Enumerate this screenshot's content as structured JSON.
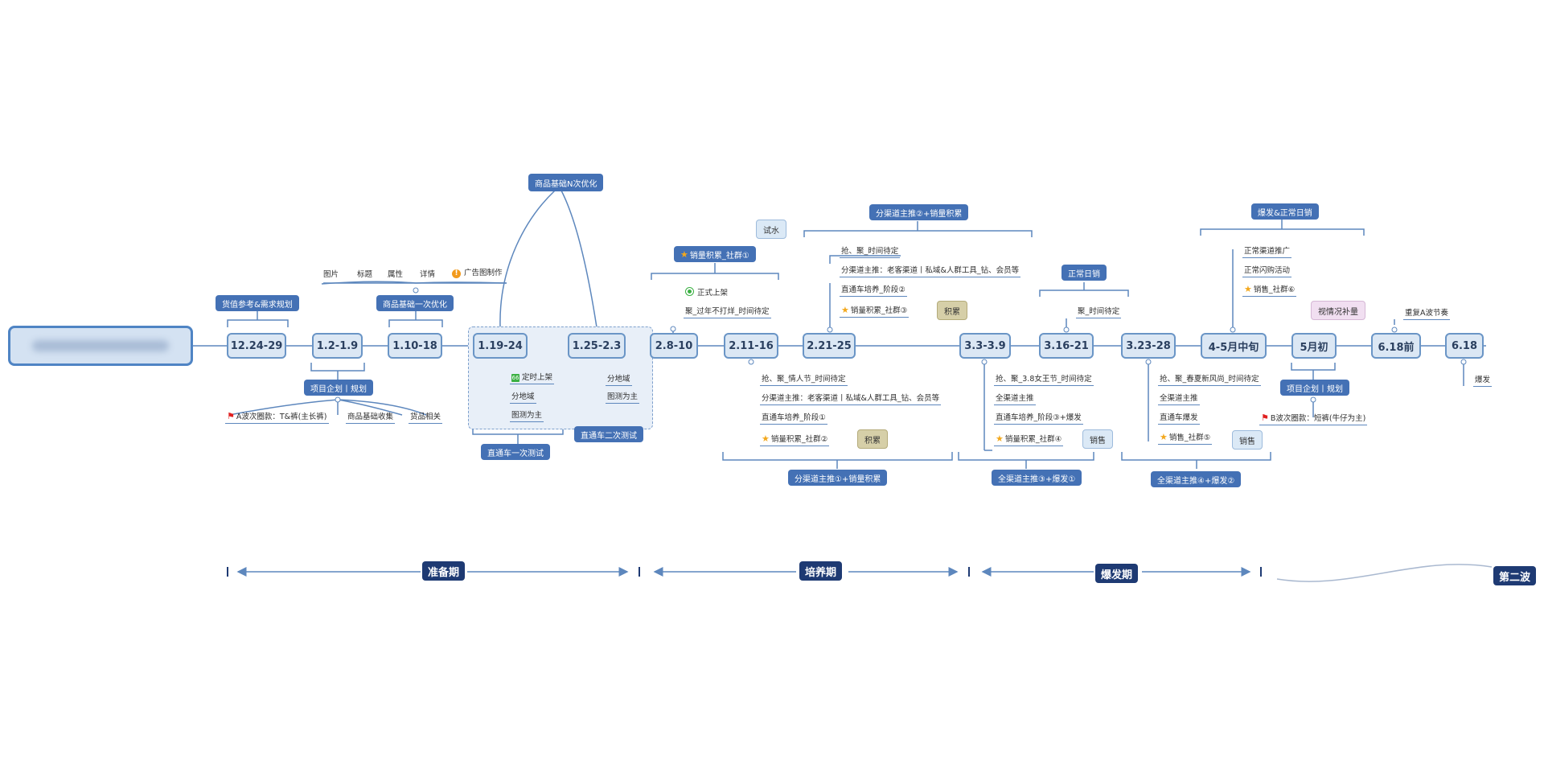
{
  "root": {
    "label": ""
  },
  "dates": {
    "d1": "12.24-29",
    "d2": "1.2-1.9",
    "d3": "1.10-18",
    "d4": "1.19-24",
    "d5": "1.25-2.3",
    "d6": "2.8-10",
    "d7": "2.11-16",
    "d8": "2.21-25",
    "d9": "3.3-3.9",
    "d10": "3.16-21",
    "d11": "3.23-28",
    "d12": "4-5月中旬",
    "d13": "5月初",
    "d14": "6.18前",
    "d15": "6.18"
  },
  "labels": {
    "goods_ref": "货值参考&需求规划",
    "base_opt1": "商品基础一次优化",
    "base_optn": "商品基础N次优化",
    "proj1": "项目企划丨规划",
    "zt1": "直通车一次测试",
    "zt2": "直通车二次测试",
    "sales1": "销量积累_社群①",
    "chan2": "分渠道主推②+销量积累",
    "chan1": "分渠道主推①+销量积累",
    "all3": "全渠道主推③+爆发①",
    "all4": "全渠道主推④+爆发②",
    "normal": "正常日销",
    "burst_normal": "爆发&正常日销",
    "proj2": "项目企划丨规划"
  },
  "leaves": {
    "img": "图片",
    "title": "标题",
    "attr": "属性",
    "detail": "详情",
    "ad": "广告图制作",
    "a_wave": "A波次圈款：T&裤(主长裤)",
    "base_collect": "商品基础收集",
    "goods_rel": "货品相关",
    "timed": "定时上架",
    "by_region1": "分地域",
    "by_pic1": "图测为主",
    "by_region2": "分地域",
    "by_pic2": "图测为主",
    "official": "正式上架",
    "gather1": "聚_过年不打烊_时间待定",
    "v1": "抢、聚_情人节_时间待定",
    "v2": "分渠道主推：老客渠道丨私域&人群工具_钻、会员等",
    "v3": "直通车培养_阶段①",
    "v4": "销量积累_社群②",
    "u1": "抢、聚_时间待定",
    "u2": "分渠道主推：老客渠道丨私域&人群工具_钻、会员等",
    "u3": "直通车培养_阶段②",
    "u4": "销量积累_社群③",
    "w1": "抢、聚_3.8女王节_时间待定",
    "w2": "全渠道主推",
    "w3": "直通车培养_阶段③+爆发",
    "w4": "销量积累_社群④",
    "x1": "聚_时间待定",
    "y1": "抢、聚_春夏新风尚_时间待定",
    "y2": "全渠道主推",
    "y3": "直通车爆发",
    "y4": "销售_社群⑤",
    "z1": "正常渠道推广",
    "z2": "正常闪购活动",
    "z3": "销售_社群⑥",
    "b_wave": "B波次圈款：短裤(牛仔为主)",
    "repeat_a": "重复A波节奏",
    "burst": "爆发"
  },
  "callouts": {
    "try": "试水",
    "accum1": "积累",
    "accum2": "积累",
    "sell1": "销售",
    "sell2": "销售",
    "replenish": "视情况补量"
  },
  "phases": {
    "p1": "准备期",
    "p2": "培养期",
    "p3": "爆发期",
    "p4": "第二波"
  },
  "colors": {
    "node_border": "#6a95c6",
    "label_bg": "#4471b5",
    "phase_bg": "#1e3a73",
    "line": "#5d87bd"
  }
}
